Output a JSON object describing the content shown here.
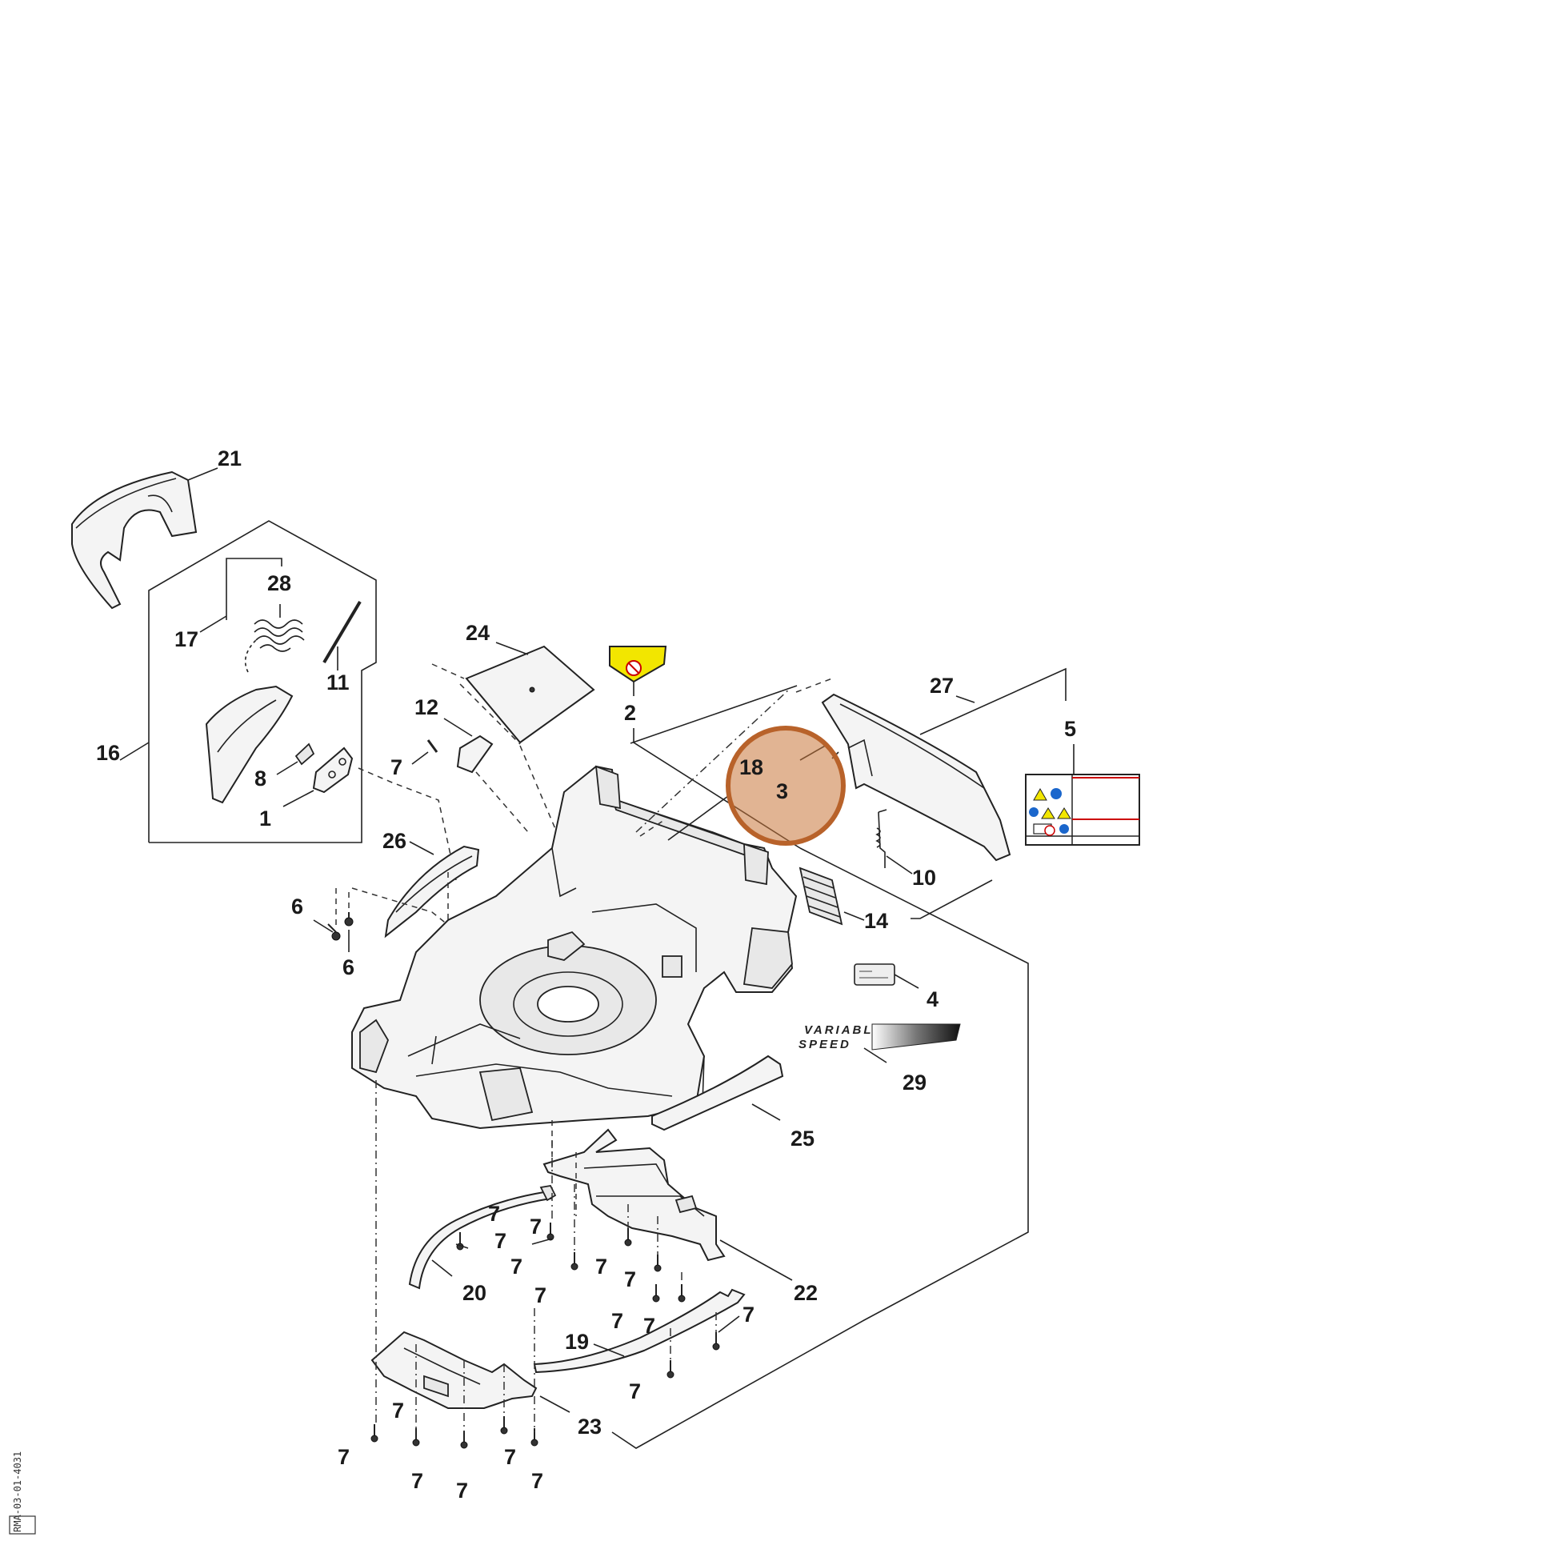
{
  "diagram": {
    "callouts": [
      {
        "id": "c21",
        "text": "21"
      },
      {
        "id": "c28",
        "text": "28"
      },
      {
        "id": "c17",
        "text": "17"
      },
      {
        "id": "c11",
        "text": "11"
      },
      {
        "id": "c16",
        "text": "16"
      },
      {
        "id": "c8",
        "text": "8"
      },
      {
        "id": "c1",
        "text": "1"
      },
      {
        "id": "c24",
        "text": "24"
      },
      {
        "id": "c12",
        "text": "12"
      },
      {
        "id": "c7a",
        "text": "7"
      },
      {
        "id": "c2",
        "text": "2"
      },
      {
        "id": "c27",
        "text": "27"
      },
      {
        "id": "c5",
        "text": "5"
      },
      {
        "id": "c18",
        "text": "18"
      },
      {
        "id": "c3",
        "text": "3"
      },
      {
        "id": "c10",
        "text": "10"
      },
      {
        "id": "c26",
        "text": "26"
      },
      {
        "id": "c6a",
        "text": "6"
      },
      {
        "id": "c6b",
        "text": "6"
      },
      {
        "id": "c14",
        "text": "14"
      },
      {
        "id": "c4",
        "text": "4"
      },
      {
        "id": "c29",
        "text": "29"
      },
      {
        "id": "c25",
        "text": "25"
      },
      {
        "id": "c20",
        "text": "20"
      },
      {
        "id": "c22",
        "text": "22"
      },
      {
        "id": "c19",
        "text": "19"
      },
      {
        "id": "c23",
        "text": "23"
      },
      {
        "id": "c7b",
        "text": "7"
      },
      {
        "id": "c7c",
        "text": "7"
      },
      {
        "id": "c7d",
        "text": "7"
      },
      {
        "id": "c7e",
        "text": "7"
      },
      {
        "id": "c7f",
        "text": "7"
      },
      {
        "id": "c7g",
        "text": "7"
      },
      {
        "id": "c7h",
        "text": "7"
      },
      {
        "id": "c7i",
        "text": "7"
      },
      {
        "id": "c7j",
        "text": "7"
      },
      {
        "id": "c7k",
        "text": "7"
      },
      {
        "id": "c7l",
        "text": "7"
      },
      {
        "id": "c7m",
        "text": "7"
      },
      {
        "id": "c7n",
        "text": "7"
      },
      {
        "id": "c7o",
        "text": "7"
      },
      {
        "id": "c7p",
        "text": "7"
      },
      {
        "id": "c7q",
        "text": "7"
      },
      {
        "id": "c7r",
        "text": "7"
      }
    ],
    "decal_text": [
      "VARIABLE",
      "SPEED"
    ],
    "drawing_code": "RMA-03-01-4031",
    "highlight": {
      "target": "3",
      "color": "#c8763a"
    }
  }
}
